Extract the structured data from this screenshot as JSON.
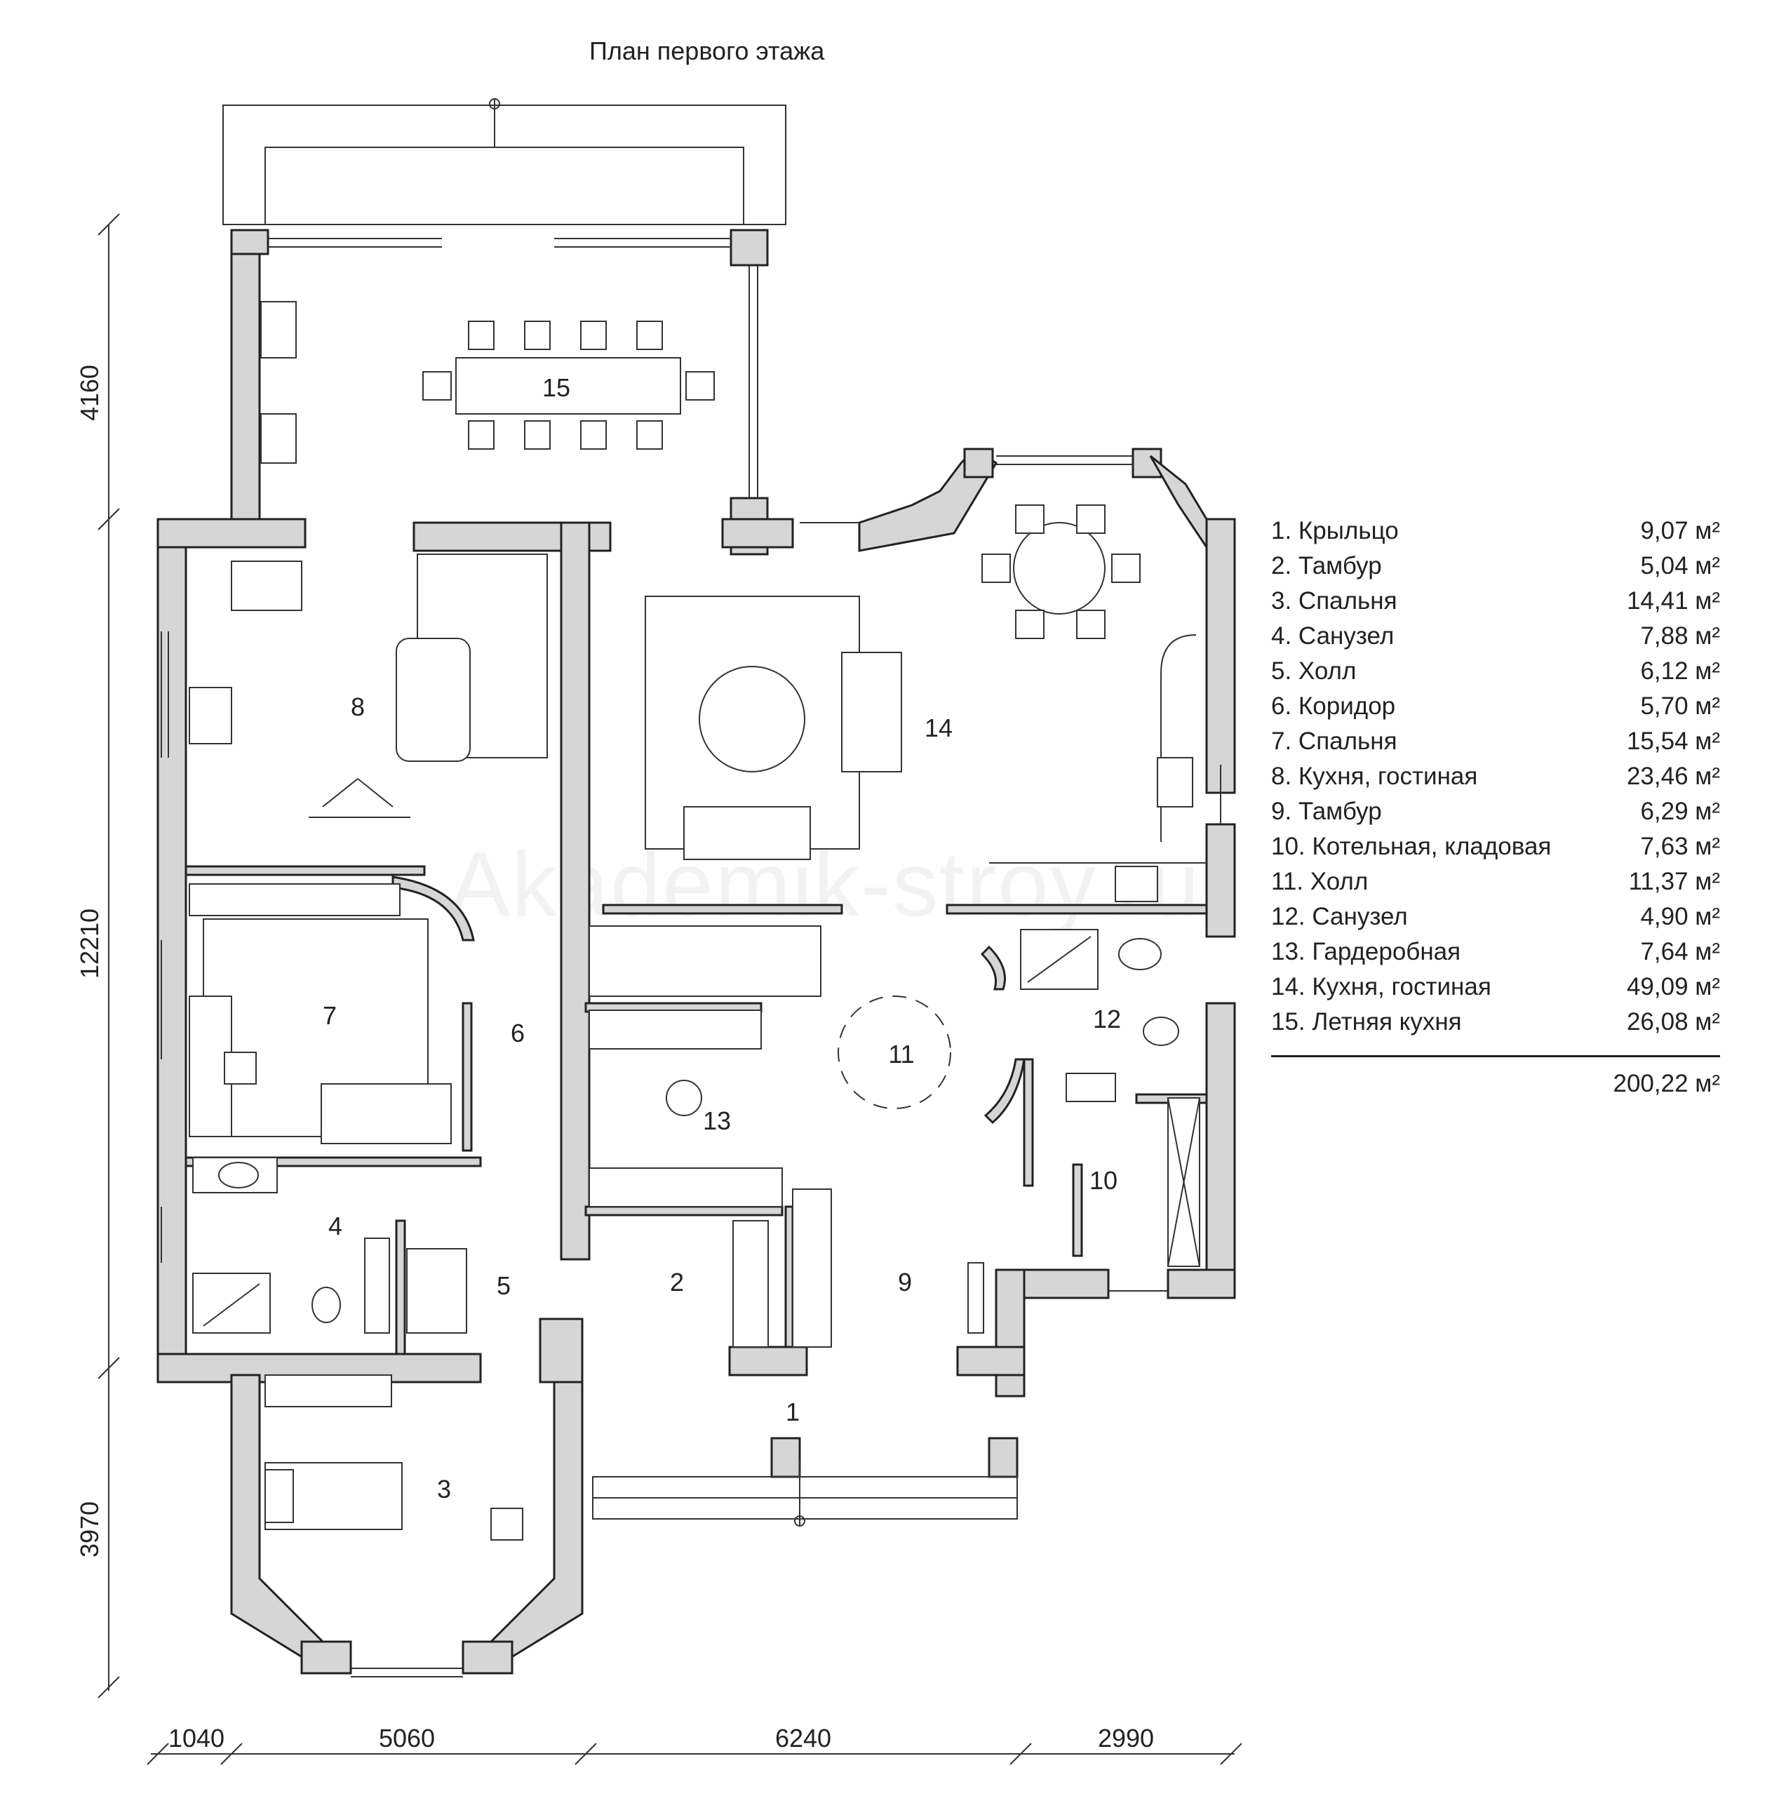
{
  "title": "План первого этажа",
  "watermark": "Akademik-stroy.ru",
  "dimensions": {
    "left": [
      "4160",
      "12210",
      "3970"
    ],
    "bottom": [
      "1040",
      "5060",
      "6240",
      "2990"
    ]
  },
  "room_numbers": [
    "1",
    "2",
    "3",
    "4",
    "5",
    "6",
    "7",
    "8",
    "9",
    "10",
    "11",
    "12",
    "13",
    "14",
    "15"
  ],
  "legend": {
    "rooms": [
      {
        "label": "1. Крыльцо",
        "area": "9,07 м²"
      },
      {
        "label": "2. Тамбур",
        "area": "5,04 м²"
      },
      {
        "label": "3. Спальня",
        "area": "14,41 м²"
      },
      {
        "label": "4. Санузел",
        "area": "7,88 м²"
      },
      {
        "label": "5. Холл",
        "area": "6,12 м²"
      },
      {
        "label": "6. Коридор",
        "area": "5,70 м²"
      },
      {
        "label": "7. Спальня",
        "area": "15,54 м²"
      },
      {
        "label": "8. Кухня, гостиная",
        "area": "23,46 м²"
      },
      {
        "label": "9. Тамбур",
        "area": "6,29 м²"
      },
      {
        "label": "10. Котельная, кладовая",
        "area": "7,63 м²"
      },
      {
        "label": "11. Холл",
        "area": "11,37 м²"
      },
      {
        "label": "12. Санузел",
        "area": "4,90 м²"
      },
      {
        "label": "13. Гардеробная",
        "area": "7,64 м²"
      },
      {
        "label": "14. Кухня, гостиная",
        "area": "49,09 м²"
      },
      {
        "label": "15. Летняя кухня",
        "area": "26,08 м²"
      }
    ],
    "total": "200,22 м²"
  }
}
